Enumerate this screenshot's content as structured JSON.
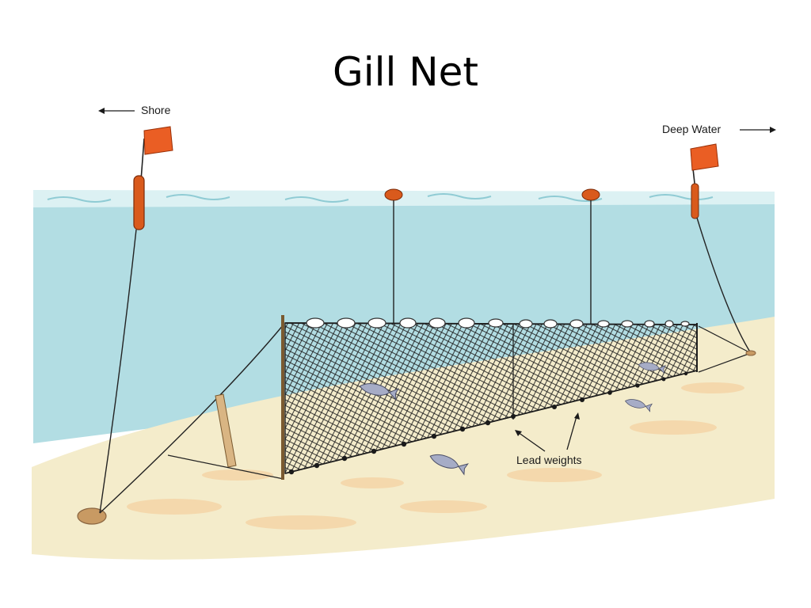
{
  "title": "Gill Net",
  "labels": {
    "shore": "Shore",
    "deep_water": "Deep Water",
    "lead_weights": "Lead weights"
  },
  "colors": {
    "water": "#b2dde3",
    "water_surface": "#dcf1f3",
    "sand": "#f4eccb",
    "sand_patch": "#f4d8ac",
    "flag": "#ea5e24",
    "buoy": "#d95a1c",
    "net": "#1d1d1d",
    "fish": "#a6acc6"
  },
  "icons": [
    "flag-icon",
    "buoy-icon",
    "float-icon",
    "lead-weight-icon",
    "fish-icon",
    "anchor-rock-icon",
    "arrow-icon"
  ]
}
